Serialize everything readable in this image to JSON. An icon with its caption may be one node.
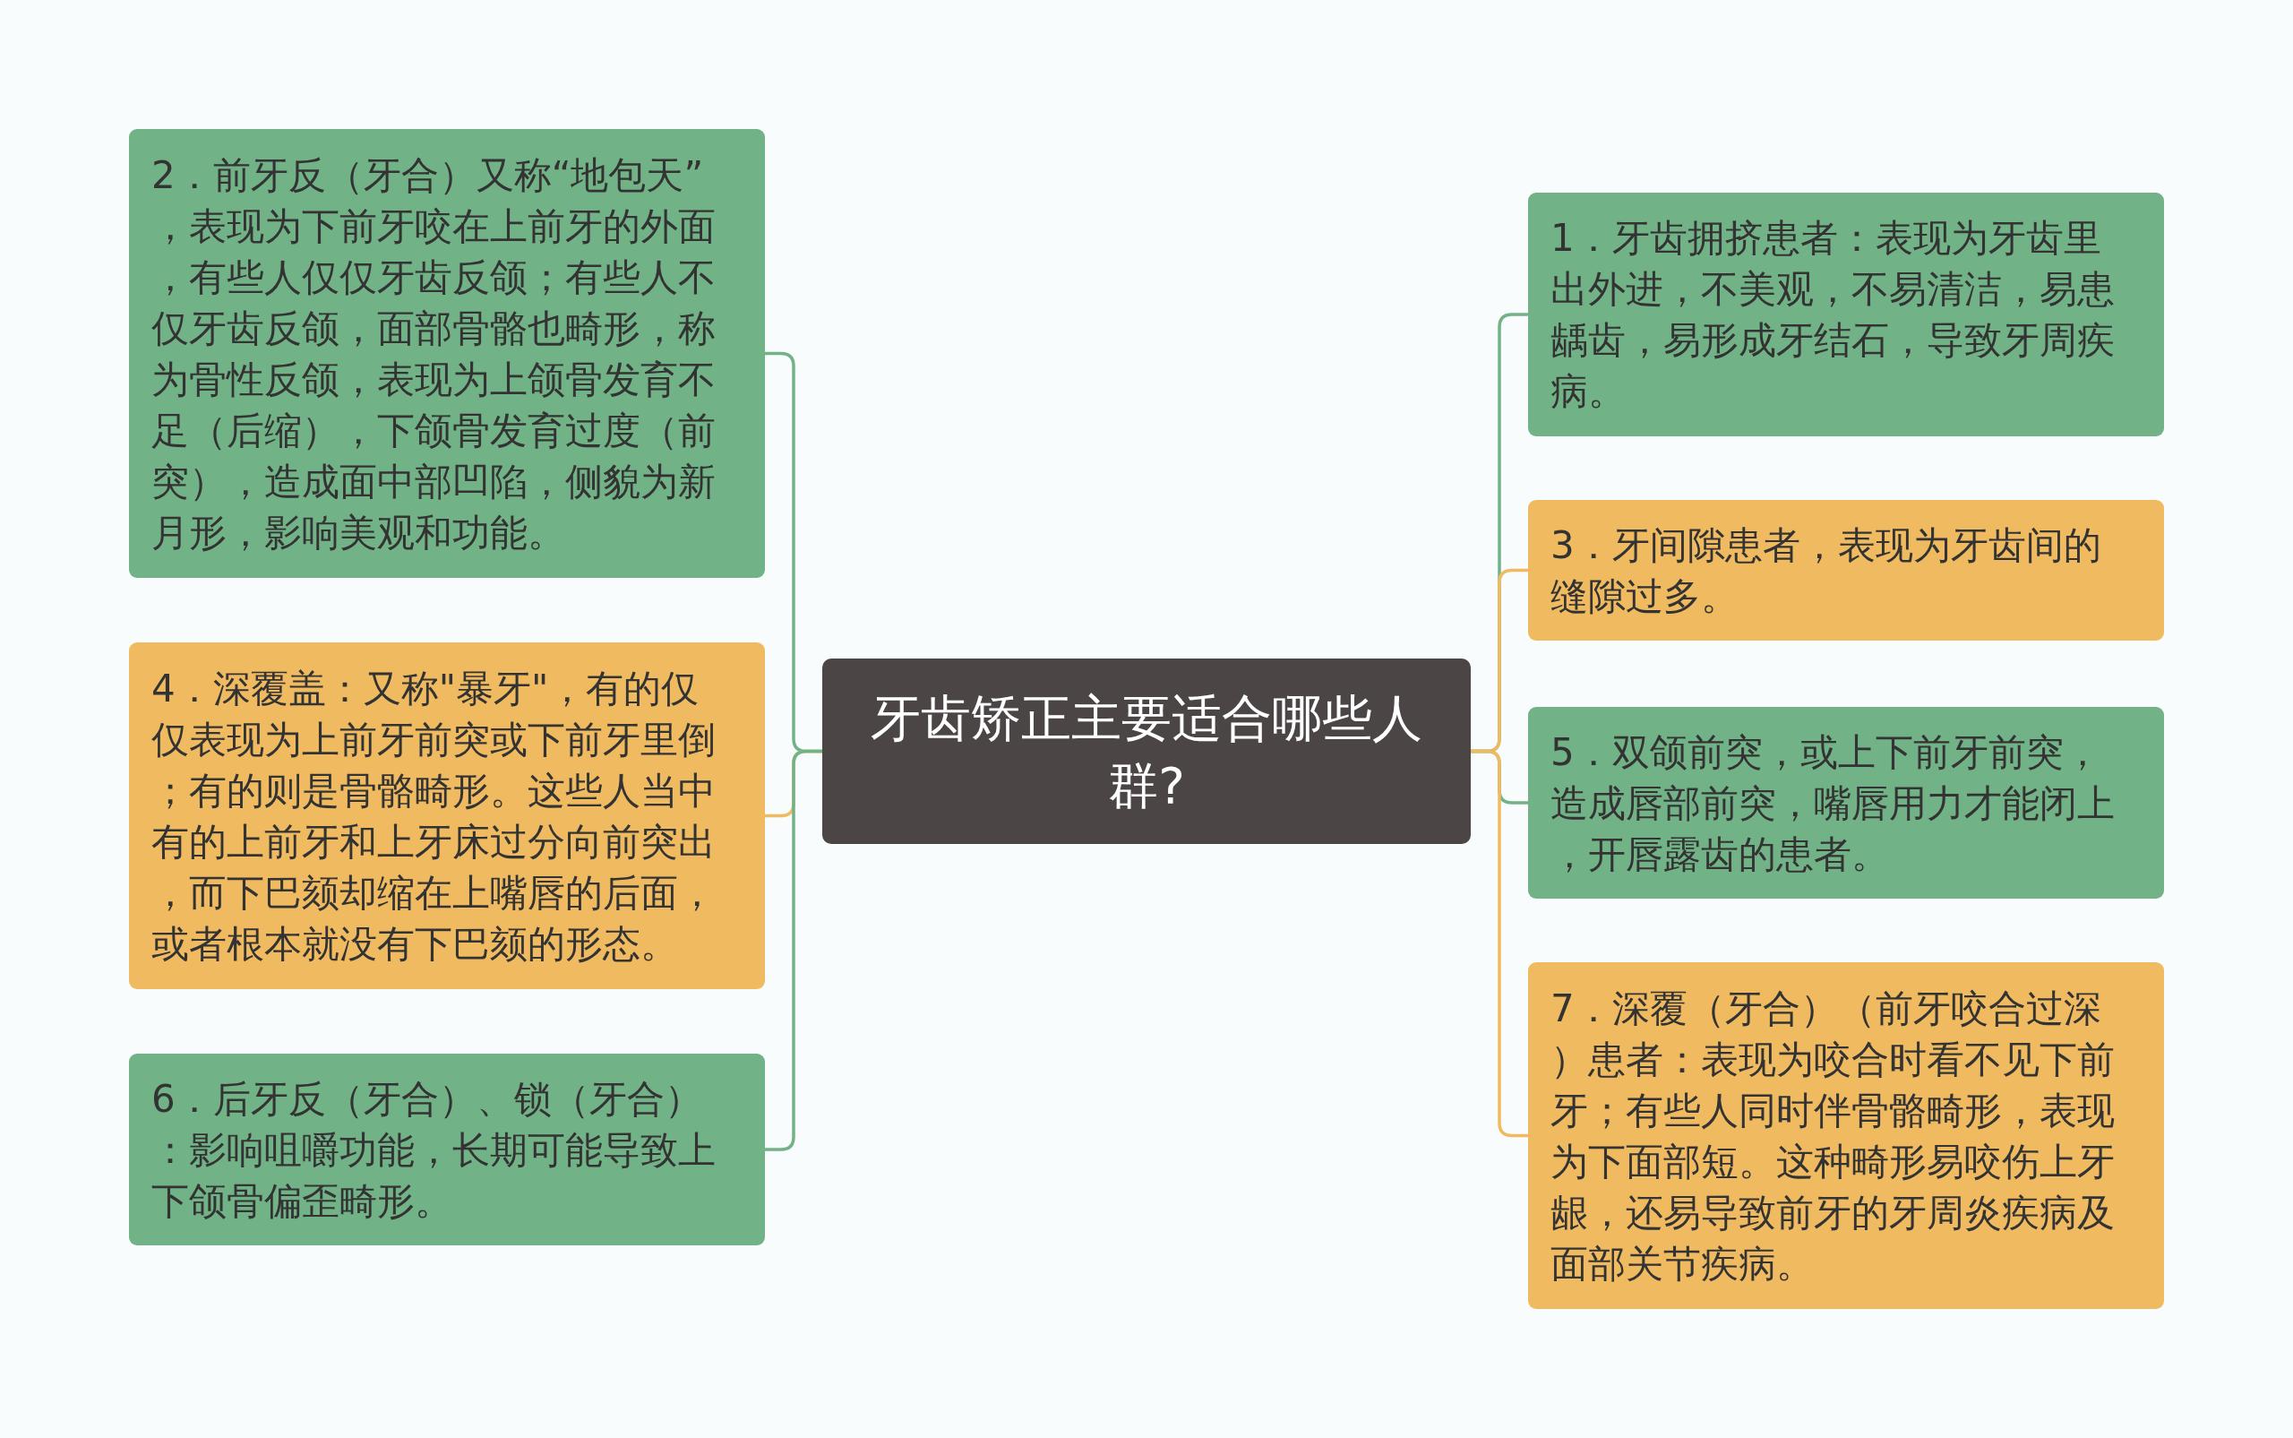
{
  "diagram": {
    "nodes": [
      {
        "text": [
          "牙齿矫正主要适合哪些人群?"
        ]
      },
      {
        "text": [
          "1．牙齿拥挤患者：表现为牙齿里出外进，不美观，不易清洁，易患龋齿，易形成牙结石，导致牙周疾病。"
        ]
      },
      {
        "text": [
          "2．前牙反（牙合）又称“地包天”，表现为下前牙咬在上前牙的外面，有些人仅仅牙齿反颌；有些人不仅牙齿反颌，面部骨骼也畸形，称为骨性反颌，表现为上颌骨发育不足（后缩），下颌骨发育过度（前突），造成面中部凹陷，侧貌为新月形，影响美观和功能。"
        ]
      },
      {
        "text": [
          "3．牙间隙患者，表现为牙齿间的缝隙过多。"
        ]
      },
      {
        "text": [
          "4．深覆盖：又称\"暴牙\"，有的仅仅表现为上前牙前突或下前牙里倒；有的则是骨骼畸形。这些人当中有的上前牙和上牙床过分向前突出，而下巴颏却缩在上嘴唇的后面，或者根本就没有下巴颏的形态。"
        ]
      },
      {
        "text": [
          "5．双颌前突，或上下前牙前突，造成唇部前突，嘴唇用力才能闭上，开唇露齿的患者。"
        ]
      },
      {
        "text": [
          "6．后牙反（牙合）、锁（牙合）：影响咀嚼功能，长期可能导致上下颌骨偏歪畸形。"
        ]
      },
      {
        "text": [
          "7．深覆（牙合）（前牙咬合过深）患者：表现为咬合时看不见下前牙；有些人同时伴骨骼畸形，表现为下面部短。这种畸形易咬伤上牙龈，还易导致前牙的牙周炎疾病及面部关节疾病。"
        ]
      }
    ],
    "edges": [
      {
        "from": 0,
        "to": 1,
        "arrow": "none"
      },
      {
        "from": 0,
        "to": 2,
        "arrow": "none"
      },
      {
        "from": 0,
        "to": 3,
        "arrow": "none",
        "color": "#f0bb60"
      },
      {
        "from": 0,
        "to": 4,
        "arrow": "none",
        "color": "#f0bb60"
      },
      {
        "from": 0,
        "to": 5,
        "arrow": "none"
      },
      {
        "from": 0,
        "to": 6,
        "arrow": "none"
      },
      {
        "from": 0,
        "to": 7,
        "arrow": "none",
        "color": "#f0bb60"
      }
    ]
  }
}
